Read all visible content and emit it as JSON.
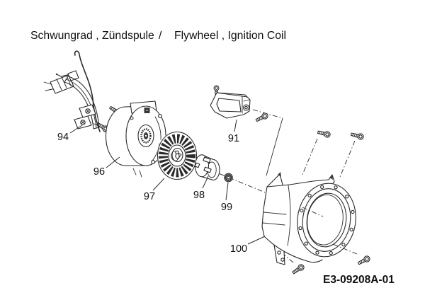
{
  "title": {
    "de": "Schwungrad , Zündspule",
    "separator": "/",
    "en": "Flywheel , Ignition Coil"
  },
  "drawing_number": "E3-09208A-01",
  "colors": {
    "line": "#2a2a2a",
    "background": "#ffffff",
    "text": "#111111"
  },
  "part_labels": [
    {
      "ref": "94"
    },
    {
      "ref": "96"
    },
    {
      "ref": "97"
    },
    {
      "ref": "98"
    },
    {
      "ref": "99"
    },
    {
      "ref": "91"
    },
    {
      "ref": "100"
    }
  ]
}
